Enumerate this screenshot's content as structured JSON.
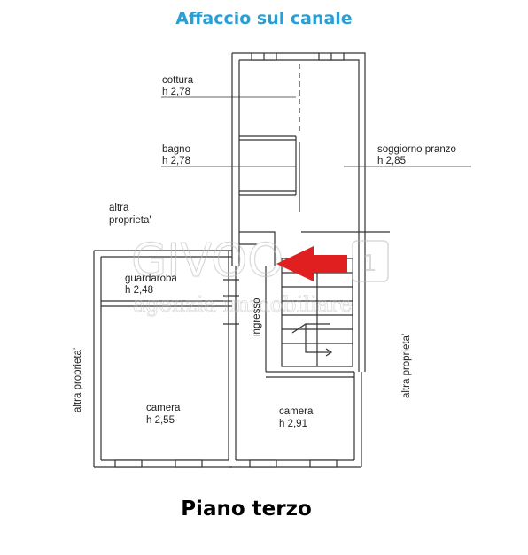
{
  "header": {
    "title": "Affaccio sul canale"
  },
  "footer": {
    "floor_label": "Piano terzo"
  },
  "rooms": {
    "cottura": {
      "name": "cottura",
      "height": "h 2,78"
    },
    "bagno": {
      "name": "bagno",
      "height": "h 2,78"
    },
    "soggiorno": {
      "name": "soggiorno pranzo",
      "height": "h 2,85"
    },
    "guardaroba": {
      "name": "guardaroba",
      "height": "h 2,48"
    },
    "camera_left": {
      "name": "camera",
      "height": "h 2,55"
    },
    "camera_right": {
      "name": "camera",
      "height": "h 2,91"
    },
    "ingresso": {
      "name": "ingresso"
    }
  },
  "neighbors": {
    "top_left_line1": "altra",
    "top_left_line2": "proprieta'",
    "left": "altra proprieta'",
    "right": "altra proprieta'"
  },
  "watermark": {
    "brand": "GIVOO",
    "tagline": "agenzia immobiliare",
    "badge": "1"
  },
  "colors": {
    "title": "#2a9fd6",
    "arrow": "#e02020",
    "walls": "#333333"
  }
}
